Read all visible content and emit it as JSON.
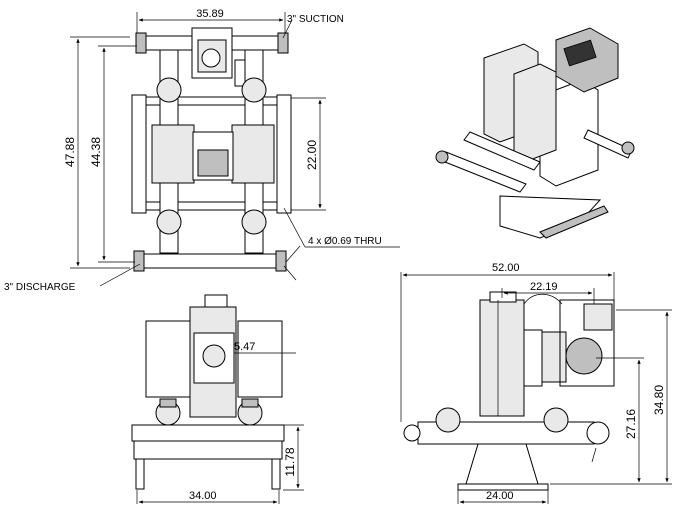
{
  "drawing": {
    "top_view": {
      "width_dim": "35.89",
      "height_outer_dim": "47.88",
      "height_inner_dim": "44.38",
      "mount_spacing_dim": "22.00",
      "suction_callout": "3\" SUCTION",
      "discharge_callout": "3\" DISCHARGE",
      "holes_callout": "4 x Ø0.69 THRU"
    },
    "front_view": {
      "offset_dim": "5.47",
      "base_height_dim": "11.78",
      "base_width_dim": "34.00"
    },
    "side_view": {
      "overall_width_dim": "52.00",
      "engine_offset_dim": "22.19",
      "overall_height_dim": "34.80",
      "pipe_height_dim": "27.16",
      "base_width_dim": "24.00"
    }
  }
}
